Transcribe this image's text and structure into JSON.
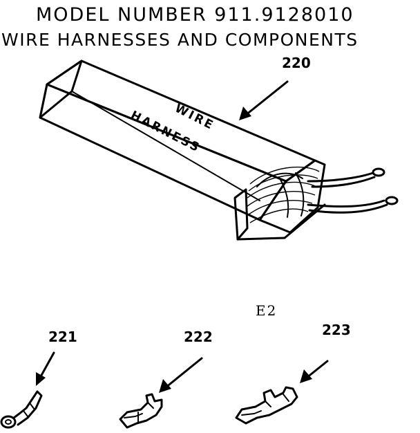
{
  "title_line1": "MODEL  NUMBER 911.9128010",
  "title_line2": "WIRE HARNESSES AND COMPONENTS",
  "box_label_line1": "WIRE",
  "box_label_line2": "HARNESS",
  "section_code": "E2",
  "parts": [
    {
      "number": "220",
      "name": "wire harness kit"
    },
    {
      "number": "221",
      "name": "ring terminal"
    },
    {
      "number": "222",
      "name": "crimp terminal"
    },
    {
      "number": "223",
      "name": "crimp terminal"
    }
  ]
}
